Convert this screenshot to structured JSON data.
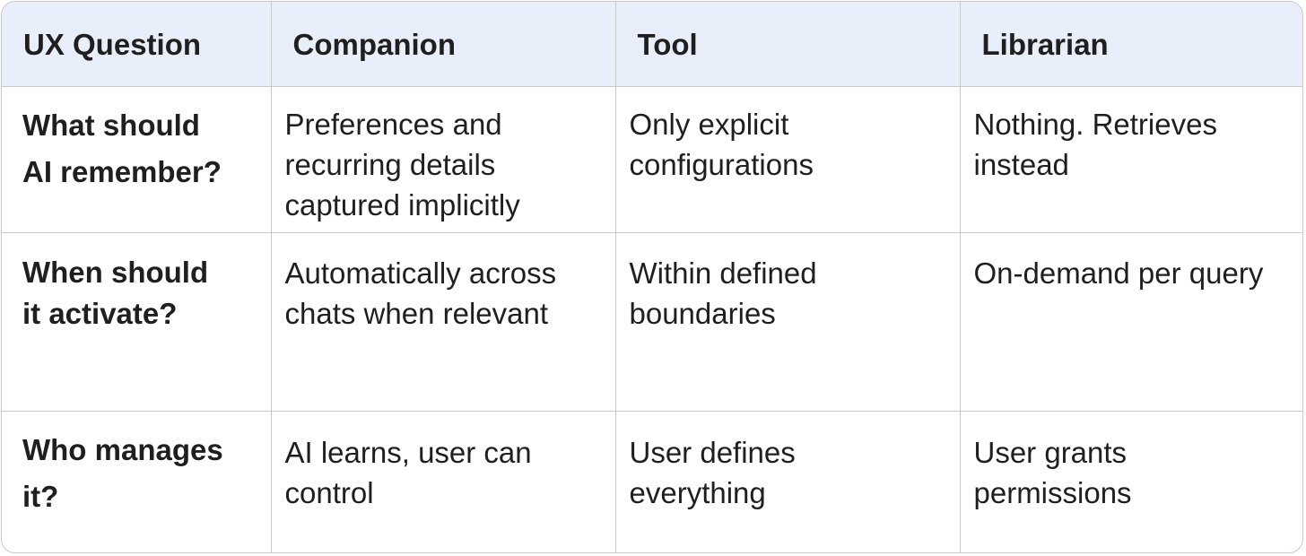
{
  "table": {
    "headers": [
      "UX Question",
      "Companion",
      "Tool",
      "Librarian"
    ],
    "rows": [
      {
        "question": [
          "What should",
          "AI remember?"
        ],
        "companion": [
          "Preferences and",
          "recurring details",
          "captured implicitly"
        ],
        "tool": [
          "Only explicit",
          "configurations"
        ],
        "librarian": [
          "Nothing. Retrieves",
          "instead"
        ]
      },
      {
        "question": [
          "When should",
          "it activate?"
        ],
        "companion": [
          "Automatically across",
          "chats when relevant"
        ],
        "tool": [
          "Within defined",
          "boundaries"
        ],
        "librarian": [
          "On-demand per query"
        ]
      },
      {
        "question": [
          "Who manages",
          "it?"
        ],
        "companion": [
          "AI learns, user can",
          "control"
        ],
        "tool": [
          "User defines",
          "everything"
        ],
        "librarian": [
          "User grants",
          "permissions"
        ]
      }
    ]
  }
}
